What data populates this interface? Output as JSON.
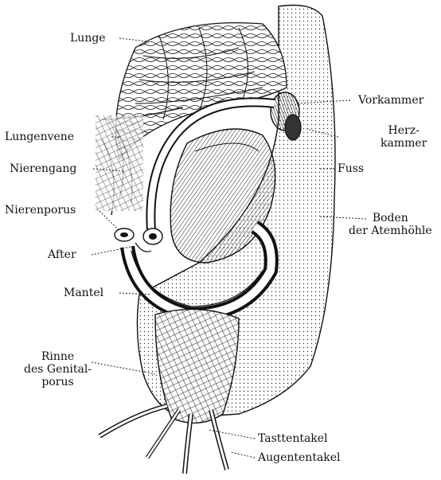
{
  "labels": {
    "lunge": "Lunge",
    "lungenvene": "Lungenvene",
    "nierengang": "Nierengang",
    "nierenporus": "Nierenporus",
    "after": "After",
    "mantel": "Mantel",
    "rinne": "Rinne\ndes Genital-\nporus",
    "vorkammer": "Vorkammer",
    "herzkammer": "Herz-\nkammer",
    "fuss": "Fuss",
    "boden": "Boden\nder Atemhöhle",
    "tasttentakel": "Tasttentakel",
    "augententakel": "Augententakel"
  },
  "colors": {
    "ink": "#111111",
    "paper": "#ffffff",
    "shade": "#9a9a9a"
  }
}
